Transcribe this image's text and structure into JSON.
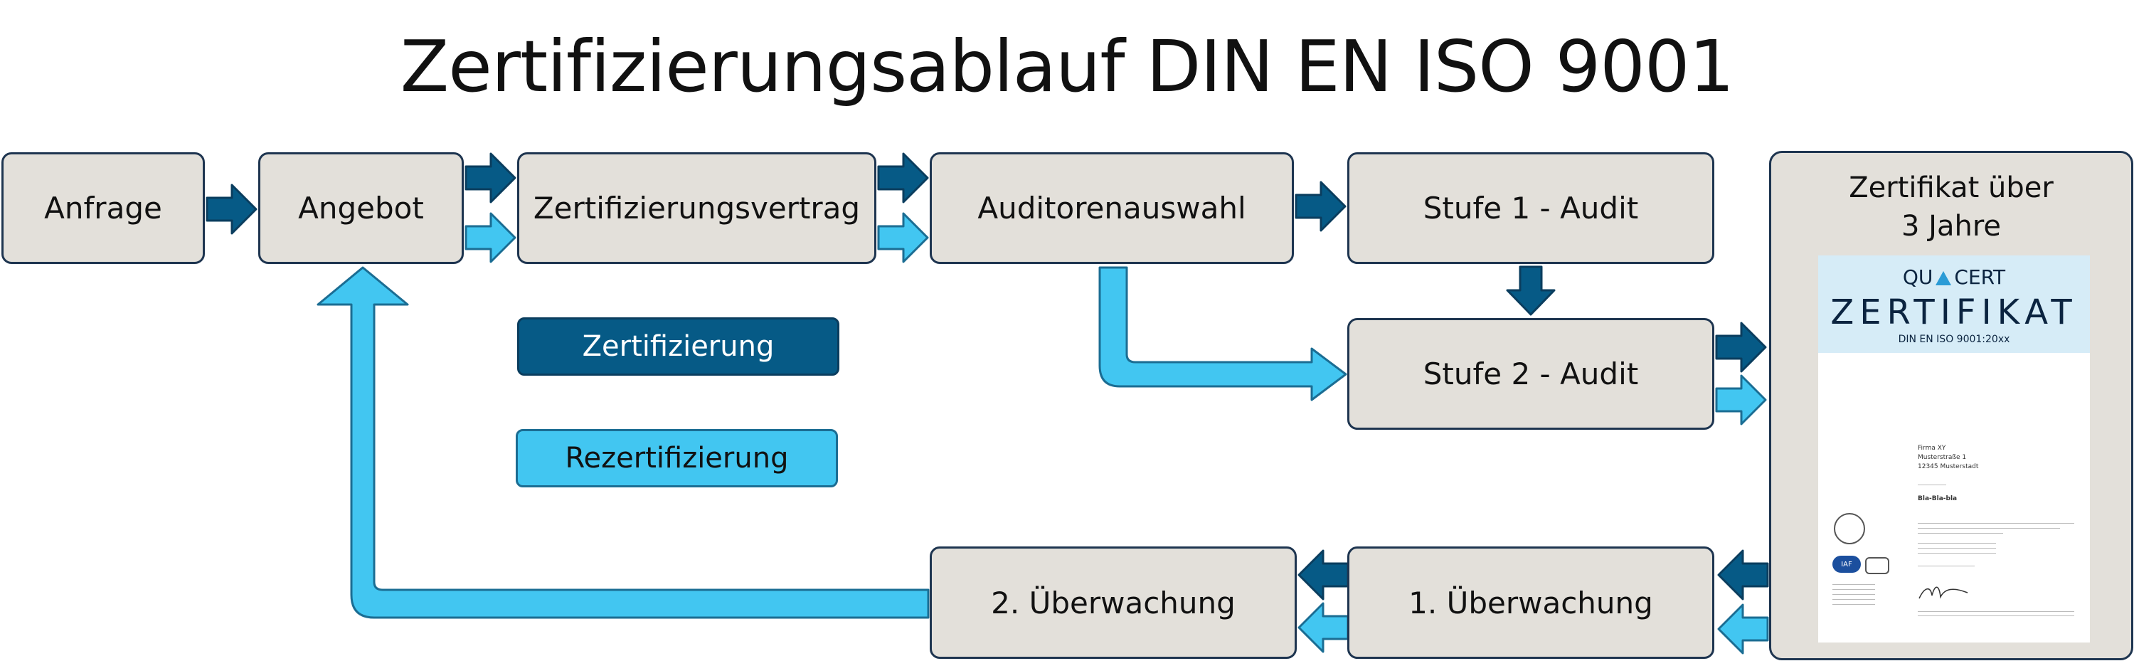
{
  "title": "Zertifizierungsablauf DIN EN ISO 9001",
  "colors": {
    "zertifizierung": "#065a86",
    "rezertifizierung": "#42c6f1",
    "box_fill": "#e3e0da",
    "box_border": "#1e3550"
  },
  "steps": {
    "anfrage": "Anfrage",
    "angebot": "Angebot",
    "vertrag": "Zertifizierungsvertrag",
    "auditoren": "Auditorenauswahl",
    "stufe1": "Stufe 1 - Audit",
    "stufe2": "Stufe 2 - Audit",
    "ueberwachung1": "1. Überwachung",
    "ueberwachung2": "2. Überwachung"
  },
  "legend": {
    "dark": "Zertifizierung",
    "light": "Rezertifizierung"
  },
  "certificate": {
    "title_line1": "Zertifikat über",
    "title_line2": "3 Jahre",
    "logo_left": "QU",
    "logo_right": "CERT",
    "heading": "ZERTIFIKAT",
    "standard": "DIN EN ISO 9001:20xx",
    "company": "Firma XY",
    "street": "Musterstraße 1",
    "city": "12345 Musterstadt",
    "scope": "Bla-Bla-bla"
  }
}
